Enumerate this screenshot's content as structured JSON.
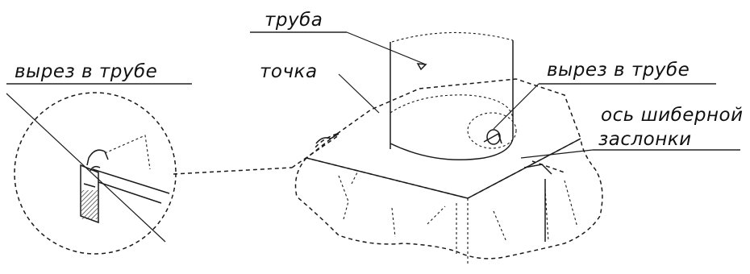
{
  "labels": {
    "cutout_left": "вырез в трубе",
    "pipe": "труба",
    "point": "точка",
    "cutout_right": "вырез в трубе",
    "damper_axis_line1": "ось шиберной",
    "damper_axis_line2": "заслонки"
  },
  "colors": {
    "ink": "#1a1a1a",
    "background": "#ffffff"
  }
}
